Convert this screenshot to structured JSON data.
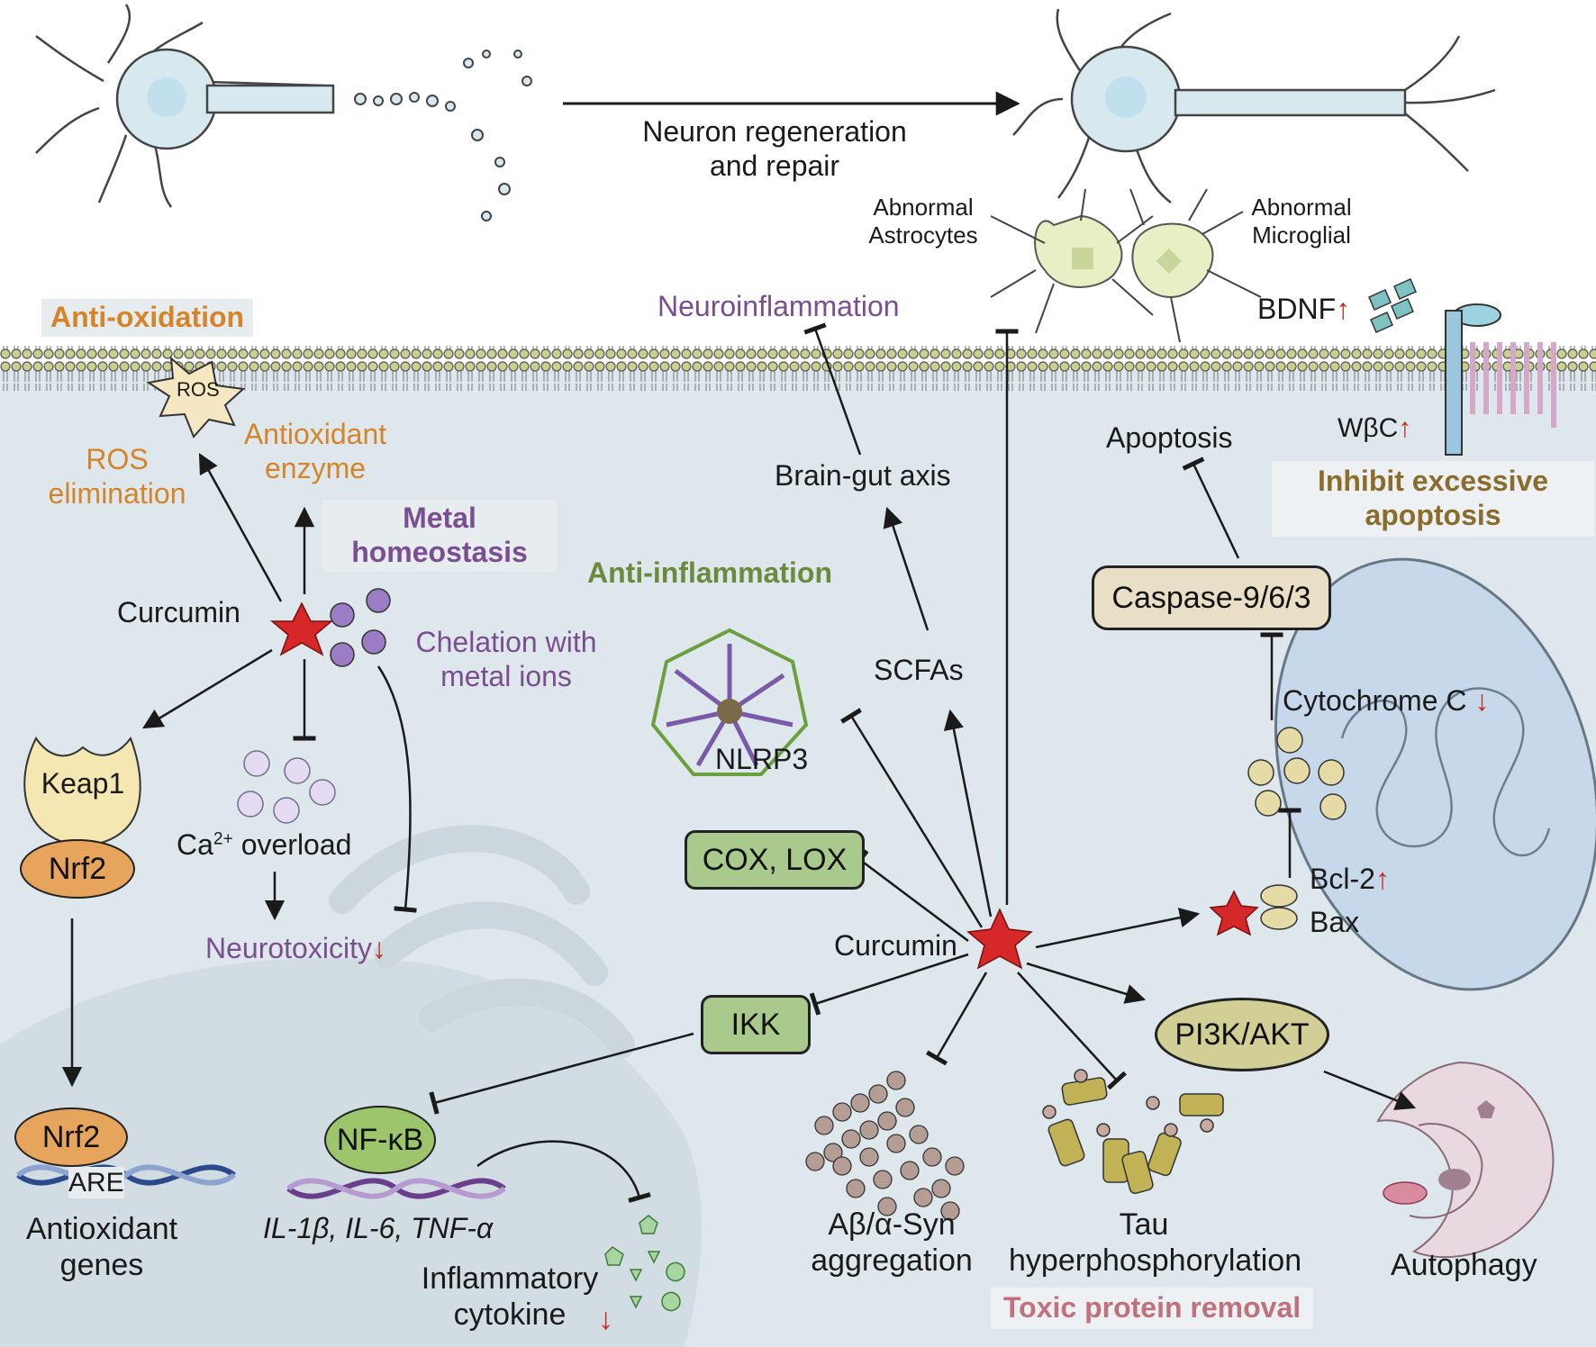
{
  "top": {
    "neuron_regen_label": "Neuron regeneration\nand repair",
    "abnormal_astrocytes_label": "Abnormal\nAstrocytes",
    "abnormal_microglial_label": "Abnormal\nMicroglial",
    "bdnf_label": "BDNF",
    "neuroinflammation_label": "Neuroinflammation"
  },
  "left": {
    "anti_oxidation_title": "Anti-oxidation",
    "ros_label": "ROS",
    "ros_elimination_label": "ROS\nelimination",
    "antioxidant_enzyme_label": "Antioxidant\nenzyme",
    "metal_homeostasis_title": "Metal\nhomeostasis",
    "curcumin_label": "Curcumin",
    "chelation_label": "Chelation with\nmetal ions",
    "keap1_label": "Keap1",
    "nrf2_label": "Nrf2",
    "ca_label": "Ca",
    "ca_sup": "2+",
    "ca_overload_label": " overload",
    "neurotoxicity_label": "Neurotoxicity",
    "nrf2_nucleus_label": "Nrf2",
    "are_label": "ARE",
    "antioxidant_genes_label": "Antioxidant\ngenes",
    "nfkb_label": "NF-κB",
    "cytokine_genes_label": "IL-1β, IL-6, TNF-α",
    "inflammatory_cytokine_label": "Inflammatory\ncytokine"
  },
  "center": {
    "brain_gut_label": "Brain-gut axis",
    "anti_inflammation_title": "Anti-inflammation",
    "nlrp3_label": "NLRP3",
    "scfas_label": "SCFAs",
    "cox_lox_label": "COX, LOX",
    "curcumin_label": "Curcumin",
    "ikk_label": "IKK",
    "abeta_label": "Aβ/α-Syn\naggregation",
    "tau_label": "Tau\nhyperphosphorylation",
    "toxic_removal_title": "Toxic protein removal"
  },
  "right": {
    "apoptosis_label": "Apoptosis",
    "wbc_label": "WβC",
    "inhibit_apoptosis_title": "Inhibit excessive\napoptosis",
    "caspase_label": "Caspase-9/6/3",
    "cytochrome_label": "Cytochrome C",
    "bcl2_label": "Bcl-2",
    "bax_label": "Bax",
    "pi3k_label": "PI3K/AKT",
    "autophagy_label": "Autophagy"
  },
  "indicators": {
    "up": "↑",
    "down": "↓"
  },
  "colors": {
    "cytoplasm": "#dde7ec",
    "membrane_head": "#c9cf8c",
    "label_orange": "#d6842a",
    "label_purple": "#7a4e90",
    "label_olive": "#8a6d2c",
    "label_green": "#6c8a3e",
    "label_pink": "#c0717e",
    "arrow_red": "#c42b20",
    "curcumin_star": "#d62828"
  }
}
